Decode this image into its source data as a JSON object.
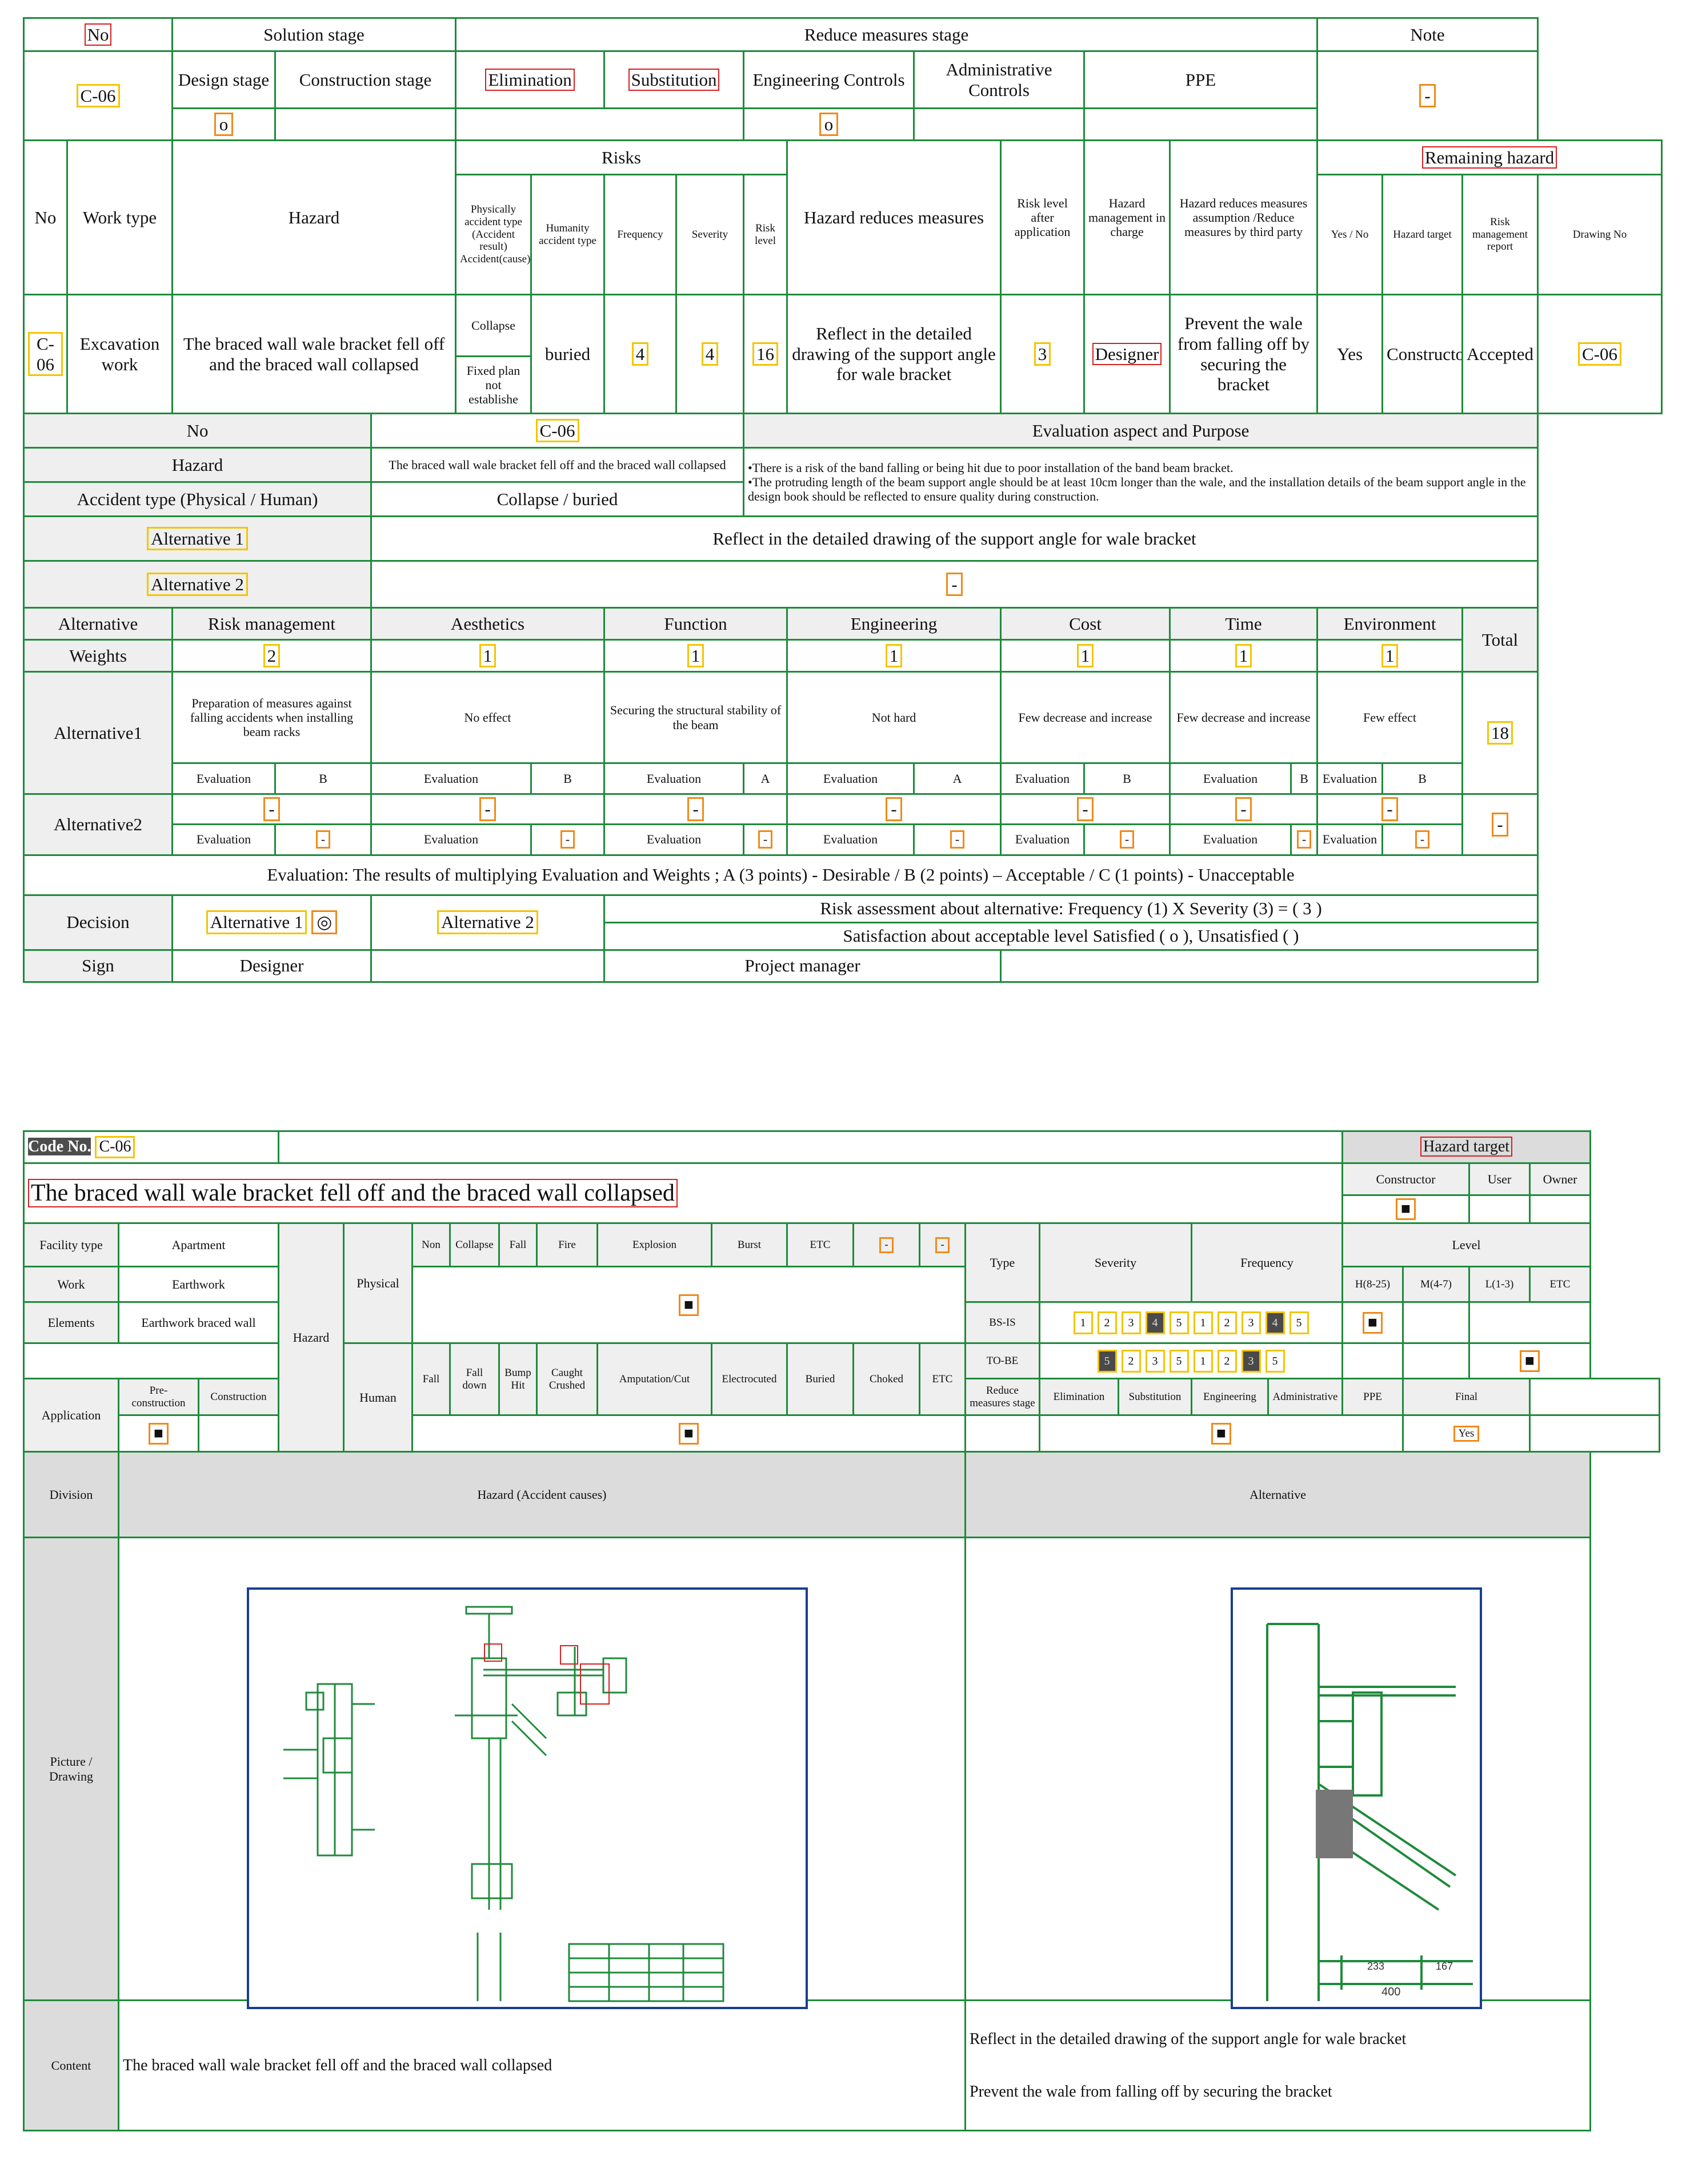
{
  "top_table": {
    "header": {
      "no": "No",
      "solution_stage": "Solution stage",
      "reduce_stage": "Reduce measures stage",
      "note": "Note",
      "code": "C-06",
      "design_stage": "Design stage",
      "construction_stage": "Construction stage",
      "elimination": "Elimination",
      "substitution": "Substitution",
      "engineering": "Engineering Controls",
      "administrative": "Administrative Controls",
      "ppe": "PPE",
      "mark_o": "o",
      "mark_dash": "-"
    },
    "risk_header": {
      "no": "No",
      "work_type": "Work type",
      "hazard": "Hazard",
      "risks": "Risks",
      "physical": "Physically accident type (Accident result) Accident(cause)",
      "human": "Humanity accident type",
      "frequency": "Frequency",
      "severity": "Severity",
      "risk_level": "Risk level",
      "reduce_measures": "Hazard reduces measures",
      "risk_after": "Risk level after application",
      "hazard_mgmt": "Hazard management in charge",
      "third_party": "Hazard reduces measures assumption /Reduce measures by third party",
      "remaining": "Remaining hazard",
      "yesno": "Yes / No",
      "hazard_target": "Hazard target",
      "risk_report": "Risk management report",
      "drawing_no": "Drawing No"
    },
    "risk_row": {
      "no": "C-06",
      "work_type": "Excavation work",
      "hazard": "The braced wall wale bracket fell off and the braced wall collapsed",
      "physical1": "Collapse",
      "physical2": "Fixed plan not establishe",
      "human": "buried",
      "frequency": "4",
      "severity": "4",
      "risk_level": "16",
      "reduce": "Reflect in the detailed drawing of the support angle for wale bracket",
      "risk_after": "3",
      "in_charge": "Designer",
      "third": "Prevent the wale from falling off by securing the bracket",
      "yes": "Yes",
      "target": "Constructor",
      "report": "Accepted",
      "drawing": "C-06"
    },
    "eval": {
      "no_label": "No",
      "no_value": "C-06",
      "purpose_label": "Evaluation aspect and Purpose",
      "hazard_label": "Hazard",
      "hazard_value": "The braced wall wale bracket fell off and the braced wall collapsed",
      "purpose_text1": "•There is a risk of the band falling or being hit due to poor installation of the band beam bracket.",
      "purpose_text2": "•The protruding length of the beam support angle should be at least 10cm longer than the wale, and the installation details of the beam support angle in the design book should be reflected to ensure quality during construction.",
      "accident_label": "Accident type (Physical / Human)",
      "accident_value": "Collapse / buried",
      "alt1_label": "Alternative 1",
      "alt1_value": "Reflect in the detailed drawing of the support angle for wale bracket",
      "alt2_label": "Alternative 2",
      "alt2_value": "-",
      "alternative": "Alternative",
      "weights": "Weights",
      "total": "Total",
      "criteria": [
        "Risk management",
        "Aesthetics",
        "Function",
        "Engineering",
        "Cost",
        "Time",
        "Environment"
      ],
      "weight_values": [
        "2",
        "1",
        "1",
        "1",
        "1",
        "1",
        "1"
      ],
      "alt1_row_label": "Alternative1",
      "alt1_texts": [
        "Preparation of measures against falling accidents when installing beam racks",
        "No effect",
        "Securing the structural stability of the beam",
        "Not hard",
        "Few decrease and increase",
        "Few decrease and increase",
        "Few effect"
      ],
      "alt1_total": "18",
      "evaluation": "Evaluation",
      "alt1_grades": [
        "B",
        "B",
        "A",
        "A",
        "B",
        "B",
        "B"
      ],
      "alt2_row_label": "Alternative2",
      "alt2_grades": [
        "-",
        "-",
        "-",
        "-",
        "-",
        "-",
        "-"
      ],
      "alt2_total": "-",
      "note_line": "Evaluation: The results of multiplying Evaluation and Weights ; A (3 points) - Desirable / B (2 points) – Acceptable / C (1 points) - Unacceptable",
      "decision_label": "Decision",
      "decision_alt1": "Alternative 1",
      "decision_mark": "◎",
      "decision_alt2": "Alternative 2",
      "risk_assess": "Risk assessment about alternative: Frequency (1) X Severity (3) = ( 3 )",
      "satisfaction": "Satisfaction about acceptable level Satisfied ( o ), Unsatisfied ( )",
      "sign_label": "Sign",
      "sign_designer": "Designer",
      "sign_pm": "Project manager"
    }
  },
  "bottom_sheet": {
    "code_label": "Code No.",
    "code_value": "C-06",
    "title": "The braced wall wale bracket fell off and the braced wall collapsed",
    "hazard_target": "Hazard target",
    "constructor": "Constructor",
    "user": "User",
    "owner": "Owner",
    "mark_target": "■",
    "facility_type": "Facility type",
    "facility_value": "Apartment",
    "work": "Work",
    "work_value": "Earthwork",
    "elements": "Elements",
    "elements_value": "Earthwork braced wall",
    "application": "Application",
    "pre_construction": "Pre-construction",
    "construction": "Construction",
    "hazard": "Hazard",
    "physical": "Physical",
    "human": "Human",
    "phys_cols": [
      "Non",
      "Collapse",
      "Fall",
      "Fire",
      "Explosion",
      "Burst",
      "ETC",
      "-",
      "-"
    ],
    "human_cols": [
      "Fall",
      "Fall down",
      "Bump Hit",
      "Caught Crushed",
      "Amputation/Cut",
      "Electrocuted",
      "Buried",
      "Choked",
      "ETC"
    ],
    "type": "Type",
    "severity": "Severity",
    "frequency": "Frequency",
    "level": "Level",
    "level_h": "H(8-25)",
    "level_m": "M(4-7)",
    "level_l": "L(1-3)",
    "level_e": "ETC",
    "bs_is": "BS-IS",
    "to_be": "TO-BE",
    "scale_nums": [
      "1",
      "2",
      "3",
      "4",
      "5"
    ],
    "reduce_stage": "Reduce measures stage",
    "reduce_cols": [
      "Elimination",
      "Substitution",
      "Engineering",
      "Administrative",
      "PPE"
    ],
    "final": "Final",
    "yes": "Yes",
    "division": "Division",
    "hazard_cause": "Hazard (Accident causes)",
    "alternative": "Alternative",
    "picture": "Picture / Drawing",
    "content": "Content",
    "content_hazard": "The braced wall wale bracket fell off and the braced wall collapsed",
    "content_alt1": "Reflect in the detailed drawing of the support angle for wale bracket",
    "content_alt2": "Prevent the wale from falling off by securing the bracket",
    "dim_233": "233",
    "dim_167": "167",
    "dim_400": "400"
  }
}
